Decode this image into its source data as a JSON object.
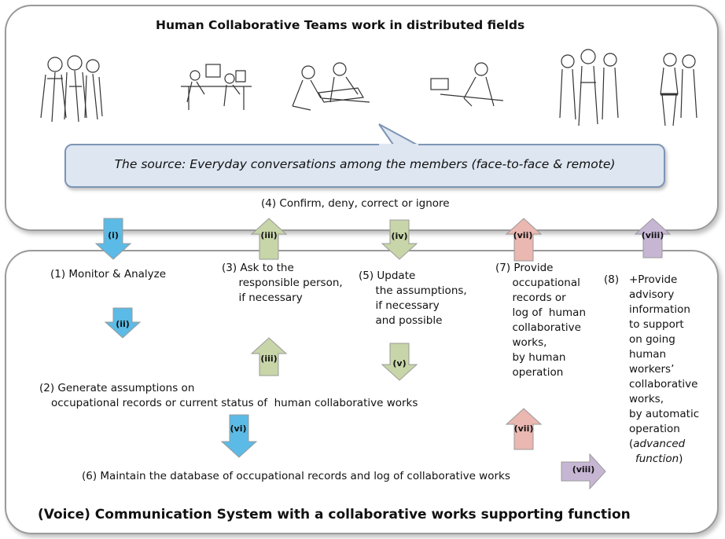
{
  "header_title": "Human Collaborative Teams work in distributed fields",
  "speech_text": "The source: Everyday conversations among the members (face-to-face & remote)",
  "step_confirm": "(4) Confirm, deny, correct or ignore",
  "step1": "(1) Monitor & Analyze",
  "step2_line1": "(2) Generate assumptions on",
  "step2_line2": "occupational records or current status of  human collaborative works",
  "step3": "(3) Ask to the\n     responsible person,\n     if necessary",
  "step5": "(5) Update\n     the assumptions,\n     if necessary\n     and possible",
  "step6": "(6) Maintain the database of occupational records and log of collaborative works",
  "step7": "(7) Provide\n     occupational\n     records or\n     log of  human\n     collaborative\n     works,\n     by human\n     operation",
  "step8_num": "(8)",
  "step8_lines": [
    "+Provide",
    "advisory",
    "information",
    "to support",
    "on going",
    "human",
    "workers’",
    "collaborative",
    "works,",
    "by automatic",
    "operation"
  ],
  "step8_paren_open": "(",
  "step8_advanced": "advanced",
  "step8_function": "function",
  "step8_paren_close": ")",
  "footer_title": "(Voice) Communication System with a collaborative works supporting function",
  "arrow_labels": {
    "i": "(i)",
    "ii": "(ii)",
    "iii": "(iii)",
    "iv": "(iv)",
    "v": "(v)",
    "vi": "(vi)",
    "vii": "(vii)",
    "viii": "(viii)"
  },
  "colors": {
    "blue_arrow": "#5bbbe6",
    "green_arrow": "#c7d5a8",
    "red_arrow": "#eab7b1",
    "purple_arrow": "#c6b6d4",
    "speech_fill": "#dde6f1",
    "speech_border": "#7d95b5",
    "panel_border": "#9a9a9a"
  },
  "icons": [
    "people-sketch-group-1",
    "people-sketch-office",
    "people-sketch-meeting",
    "people-sketch-phone",
    "people-sketch-group-2",
    "people-sketch-pair"
  ]
}
